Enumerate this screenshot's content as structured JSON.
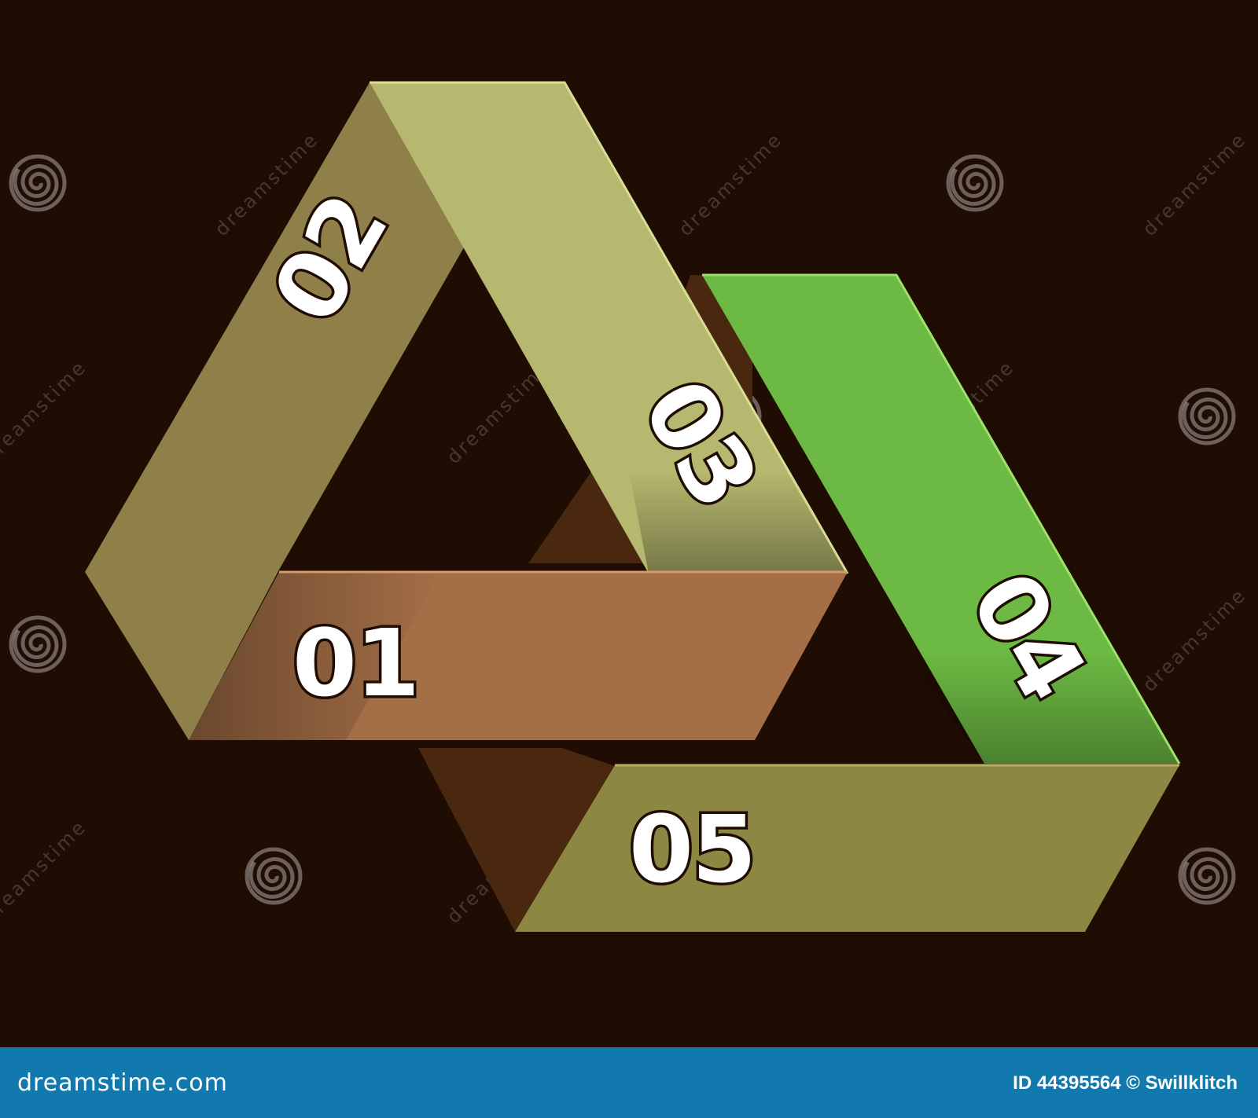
{
  "diagram": {
    "segments": [
      {
        "id": "01",
        "label": "01",
        "color": "#a46e46"
      },
      {
        "id": "02",
        "label": "02",
        "color": "#8f804a"
      },
      {
        "id": "03",
        "label": "03",
        "color": "#b5b86e"
      },
      {
        "id": "04",
        "label": "04",
        "color": "#6cb943"
      },
      {
        "id": "05",
        "label": "05",
        "color": "#8c8743"
      }
    ],
    "background": "#1f0c03",
    "inner_shadow": "#4a2810"
  },
  "watermark": {
    "text": "dreamstime",
    "icon": "spiral-icon"
  },
  "footer": {
    "brand": "dreamstime.com",
    "credit": "ID 44395564 © Swillklitch",
    "background": "#1179ae"
  }
}
